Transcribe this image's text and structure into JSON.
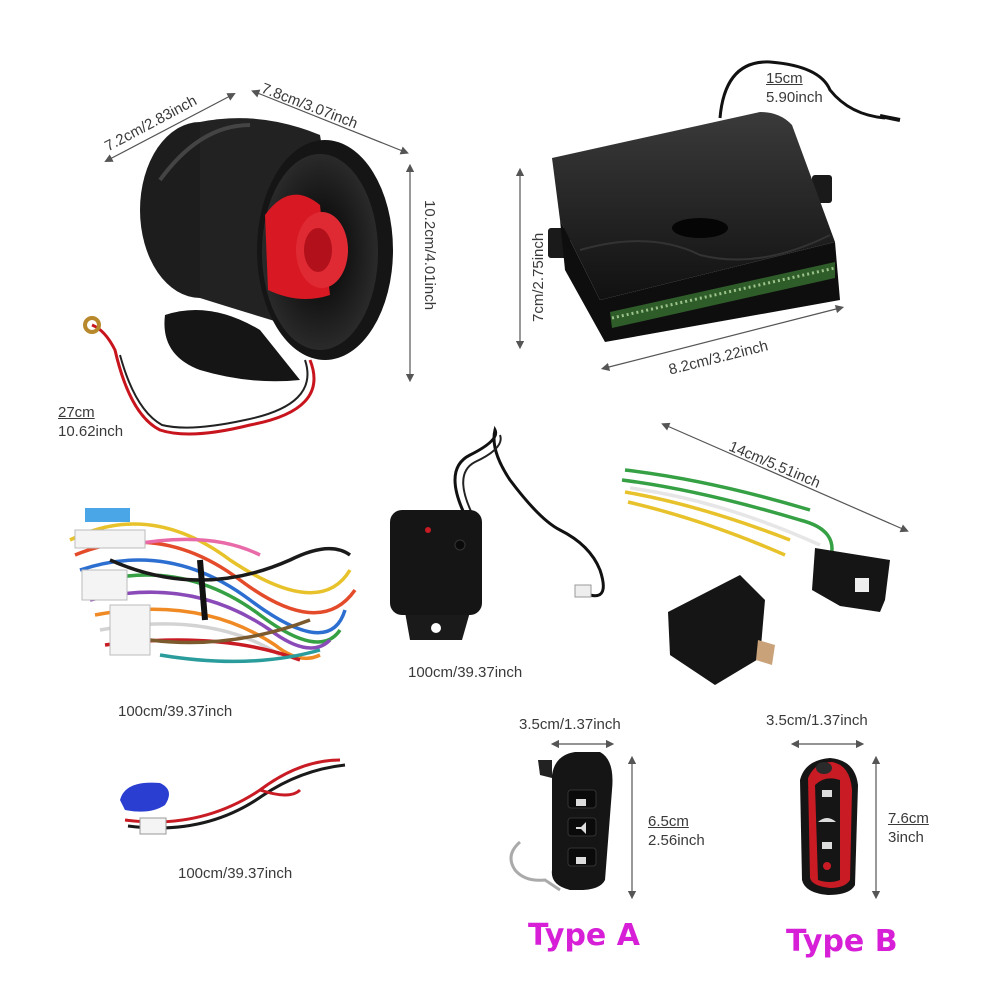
{
  "dimensions": {
    "siren_depth": "7.2cm/2.83inch",
    "siren_width": "7.8cm/3.07inch",
    "siren_height": "10.2cm/4.01inch",
    "siren_cable_top": "27cm",
    "siren_cable_bottom": "10.62inch",
    "antenna_top": "15cm",
    "antenna_bottom": "5.90inch",
    "module_height": "7cm/2.75inch",
    "module_width": "8.2cm/3.22inch",
    "relay_cable": "14cm/5.51inch",
    "sensor_cable": "100cm/39.37inch",
    "harness_cable": "100cm/39.37inch",
    "led_cable": "100cm/39.37inch",
    "remote_a_width": "3.5cm/1.37inch",
    "remote_a_height_top": "6.5cm",
    "remote_a_height_bottom": "2.56inch",
    "remote_b_width": "3.5cm/1.37inch",
    "remote_b_height_top": "7.6cm",
    "remote_b_height_bottom": "3inch"
  },
  "types": {
    "type_a": "Type A",
    "type_b": "Type B"
  },
  "colors": {
    "type_label": "#d61fd6",
    "siren_black": "#1b1b1b",
    "siren_red": "#d81822",
    "label_text": "#3a3a3a"
  },
  "icons": {
    "remote_a": [
      "lock-icon",
      "mute-icon",
      "unlock-icon"
    ],
    "remote_b": [
      "lock-icon",
      "trunk-icon",
      "unlock-icon",
      "panic-icon"
    ]
  }
}
